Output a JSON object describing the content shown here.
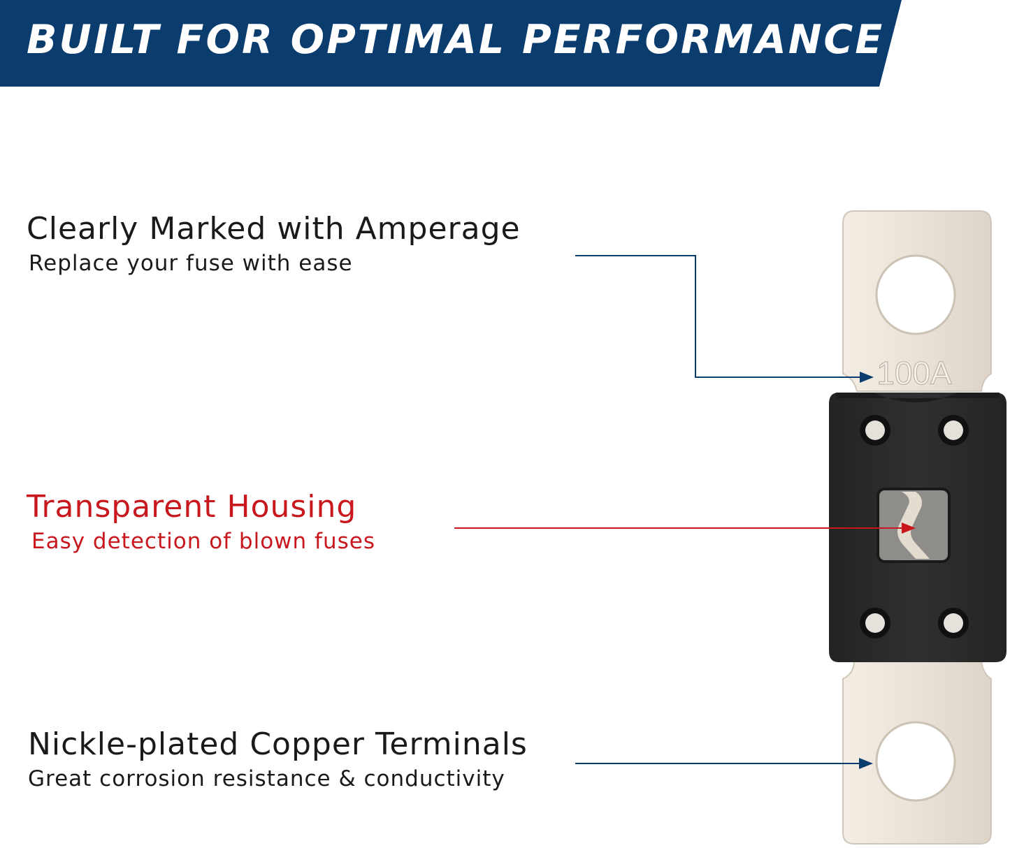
{
  "banner": {
    "title": "BUILT FOR OPTIMAL PERFORMANCE",
    "color": "#0b3c6e"
  },
  "features": [
    {
      "title": "Clearly Marked with Amperage",
      "subtitle": "Replace your fuse with ease",
      "color": "#1a1a1a"
    },
    {
      "title": "Transparent Housing",
      "subtitle": "Easy detection of blown fuses",
      "color": "#c8181e"
    },
    {
      "title": "Nickle-plated Copper Terminals",
      "subtitle": "Great corrosion resistance & conductivity",
      "color": "#1a1a1a"
    }
  ],
  "fuse": {
    "rating": "100A",
    "terminal_color": "#ebe4da",
    "housing_color": "#2a2a2a"
  },
  "callout_colors": {
    "default": "#0b3c6e",
    "highlight": "#c8181e"
  }
}
